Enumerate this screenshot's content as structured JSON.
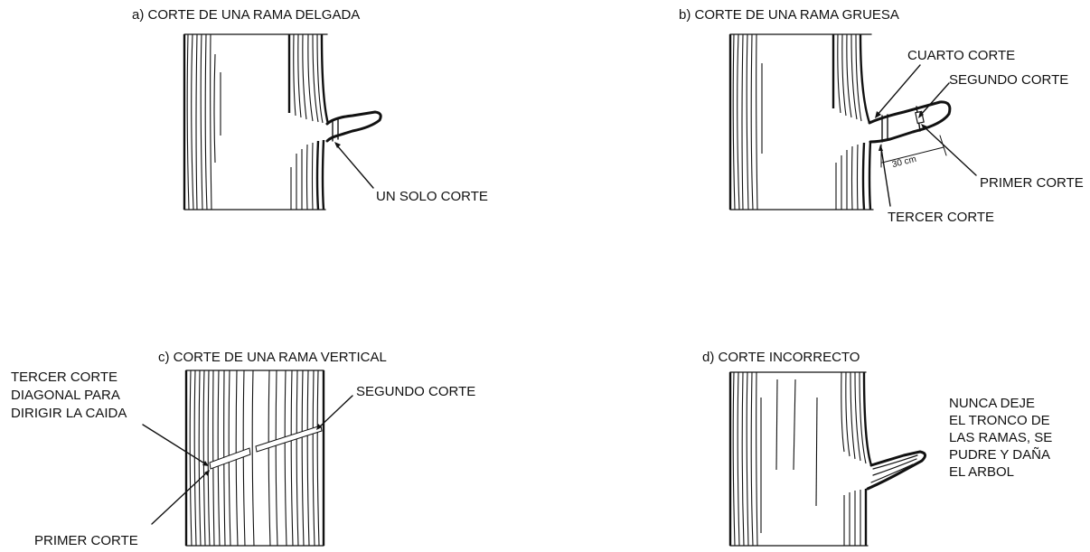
{
  "panels": {
    "a": {
      "title": "a) CORTE DE UNA RAMA DELGADA",
      "labels": {
        "cut": "UN SOLO CORTE"
      }
    },
    "b": {
      "title": "b)  CORTE DE UNA RAMA GRUESA",
      "labels": {
        "fourth": "CUARTO CORTE",
        "second": "SEGUNDO CORTE",
        "first": "PRIMER CORTE",
        "third": "TERCER CORTE",
        "distance": "30 cm"
      }
    },
    "c": {
      "title": "c) CORTE DE UNA RAMA VERTICAL",
      "labels": {
        "third_line1": "TERCER CORTE",
        "third_line2": "DIAGONAL PARA",
        "third_line3": "DIRIGIR LA CAIDA",
        "second": "SEGUNDO CORTE",
        "first": "PRIMER CORTE"
      }
    },
    "d": {
      "title": "d)  CORTE INCORRECTO",
      "note": [
        "NUNCA DEJE",
        "EL TRONCO DE",
        "LAS RAMAS, SE",
        "PUDRE Y DAÑA",
        "EL ARBOL"
      ]
    }
  }
}
